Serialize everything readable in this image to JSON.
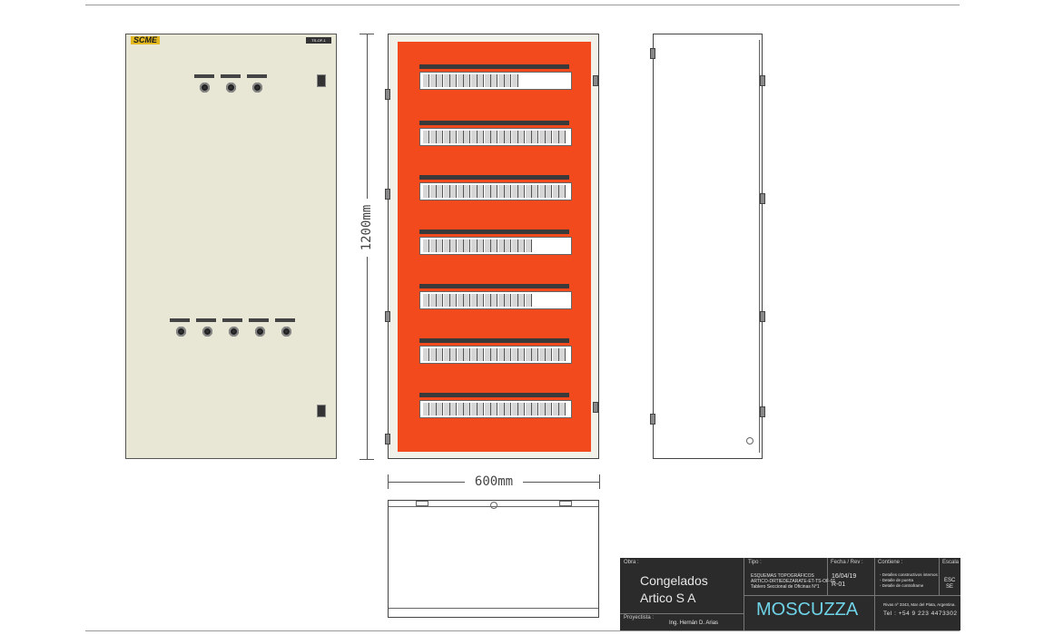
{
  "drawing": {
    "dim_height": "1200mm",
    "dim_width": "600mm"
  },
  "door": {
    "logo_text": "SCME",
    "tag_text": "TS-OF-1"
  },
  "title_block": {
    "obra_label": "Obra :",
    "obra_value_line1": "Congelados",
    "obra_value_line2": "Artico S A",
    "tipo_label": "Tipo :",
    "tipo_line1": "ESQUEMAS TOPOGRÁFICOS",
    "tipo_line2": "ARTICO-DRTIEDEZARATE-ET-TS-OF-01",
    "tipo_line3": "Tablero Seccional de Oficinas N°1",
    "fecha_label": "Fecha / Rev :",
    "fecha_value": "16/04/19",
    "rev_value": "R-01",
    "contiene_label": "Contiene :",
    "contiene_line1": "- Detalles constructivos internos",
    "contiene_line2": "- Detalle de puerta",
    "contiene_line3": "- Detalle de contraframe",
    "escala_label": "Escala",
    "escala_value1": "ESC",
    "escala_value2": "SE",
    "brand": "MOSCUZZA",
    "address": "Rivas nº 3343, Mar del Plata, Argentina.",
    "phone": "Tel : +54 9 223 4473302",
    "proyectista_label": "Proyectista :",
    "proyectista_value": "Ing. Hernán D. Arias"
  },
  "colors": {
    "panel_plate": "#f24a1d",
    "door_body": "#e8e6d4",
    "title_block_bg": "#2b2b2b",
    "brand_cyan": "#6fd3e8"
  }
}
